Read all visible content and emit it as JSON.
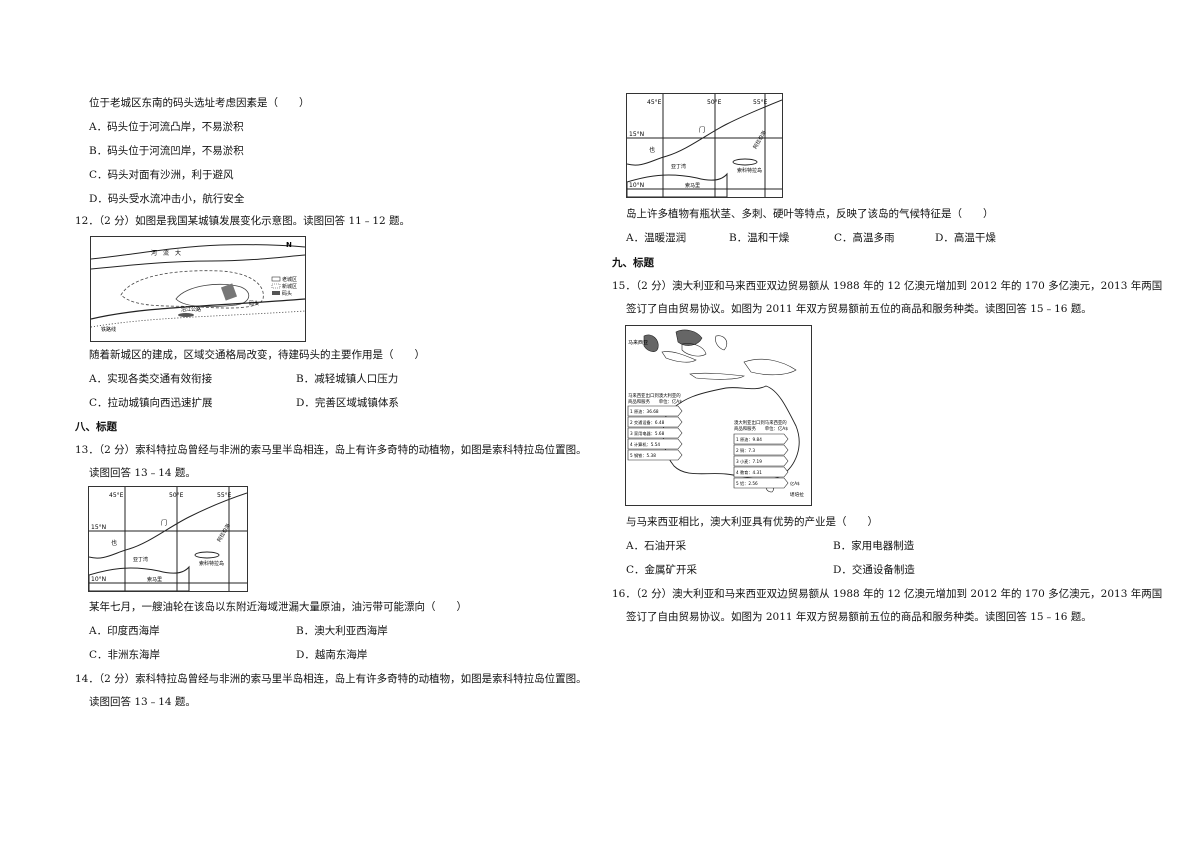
{
  "left": {
    "q11_stem": "位于老城区东南的码头选址考虑因素是（　　）",
    "q11_options": [
      "A．码头位于河流凸岸，不易淤积",
      "B．码头位于河流凹岸，不易淤积",
      "C．码头对面有沙洲，利于避风",
      "D．码头受水流冲击小，航行安全"
    ],
    "q12_stem": "12．（2 分）如图是我国某城镇发展变化示意图。读图回答 11﹣12 题。",
    "fig12": {
      "river": "河　流　大",
      "north": "N",
      "legend": [
        "老城区",
        "新城区",
        "码头"
      ],
      "label_dock": "码头",
      "label_road": "沿江公路",
      "label_rail": "铁路线"
    },
    "q12_question": "随着新城区的建成，区域交通格局改变，待建码头的主要作用是（　　）",
    "q12_options": [
      "A．实现各类交通有效衔接",
      "B．减轻城镇人口压力",
      "C．拉动城镇向西迅速扩展",
      "D．完善区域城镇体系"
    ],
    "sec8": "八、标题",
    "q13_stem1": "13．（2 分）索科特拉岛曾经与非洲的索马里半岛相连，岛上有许多奇特的动植物，如图是索科特拉岛位置图。",
    "q13_stem2": "读图回答 13﹣14 题。",
    "fig13": {
      "lon": [
        "45°E",
        "50°E",
        "55°E"
      ],
      "lat": [
        "15°N",
        "10°N"
      ],
      "labels": [
        "也",
        "门",
        "亚丁湾",
        "索科特拉岛",
        "索马里",
        "阿拉伯海"
      ]
    },
    "q13_question": "某年七月，一艘油轮在该岛以东附近海域泄漏大量原油，油污带可能漂向（　　）",
    "q13_options": [
      "A．印度西海岸",
      "B．澳大利亚西海岸",
      "C．非洲东海岸",
      "D．越南东海岸"
    ],
    "q14_stem1": "14．（2 分）索科特拉岛曾经与非洲的索马里半岛相连，岛上有许多奇特的动植物，如图是索科特拉岛位置图。",
    "q14_stem2": "读图回答 13﹣14 题。"
  },
  "right": {
    "fig14": {
      "lon": [
        "45°E",
        "50°E",
        "55°E"
      ],
      "lat": [
        "15°N",
        "10°N"
      ],
      "labels": [
        "也",
        "门",
        "亚丁湾",
        "索科特拉岛",
        "索马里",
        "阿拉伯海"
      ]
    },
    "q14_question": "岛上许多植物有瓶状茎、多刺、硬叶等特点，反映了该岛的气候特征是（　　）",
    "q14_options": [
      "A．温暖湿润",
      "B．温和干燥",
      "C．高温多雨",
      "D．高温干燥"
    ],
    "sec9": "九、标题",
    "q15_stem1": "15．（2 分）澳大利亚和马来西亚双边贸易额从 1988 年的 12 亿澳元增加到 2012 年的 170 多亿澳元，2013 年两国",
    "q15_stem2": "签订了自由贸易协议。如图为 2011 年双方贸易额前五位的商品和服务种类。读图回答 15﹣16 题。",
    "fig15": {
      "malaysia": "马来西亚",
      "box1_title": "马来西亚出口到澳大利亚的",
      "box1_sub": "商品和服务　　单位：亿A$",
      "box1_items": [
        "1 原油：36.68",
        "2 交通设备：6.48",
        "3 家用电器：5.68",
        "4 计算机：5.54",
        "5 钢铁：5.38"
      ],
      "box2_title": "澳大利亚出口到马来西亚的",
      "box2_sub": "商品和服务　　单位：亿A$",
      "box2_items": [
        "1 原油：9.84",
        "2 铜：7.3",
        "3 小麦：7.19",
        "4 教育：4.31",
        "5 铝：2.56"
      ],
      "box2_items_unit_note": "亿A$",
      "canberra": "堪培拉"
    },
    "q15_question": "与马来西亚相比，澳大利亚具有优势的产业是（　　）",
    "q15_options": [
      "A．石油开采",
      "B．家用电器制造",
      "C．金属矿开采",
      "D．交通设备制造"
    ],
    "q16_stem1": "16．（2 分）澳大利亚和马来西亚双边贸易额从 1988 年的 12 亿澳元增加到 2012 年的 170 多亿澳元，2013 年两国",
    "q16_stem2": "签订了自由贸易协议。如图为 2011 年双方贸易额前五位的商品和服务种类。读图回答 15﹣16 题。"
  }
}
